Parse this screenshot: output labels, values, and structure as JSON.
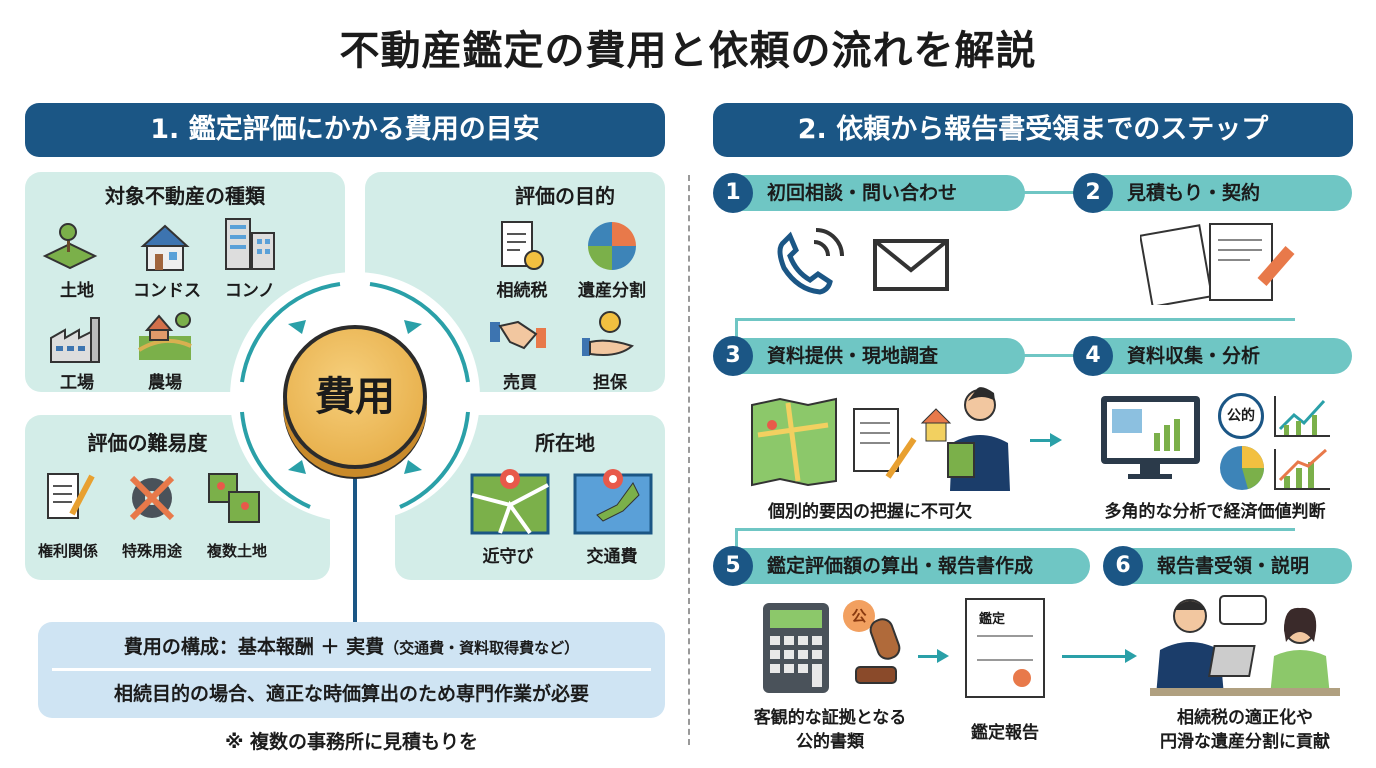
{
  "title": "不動産鑑定の費用と依頼の流れを解説",
  "left": {
    "header": "1. 鑑定評価にかかる費用の目安",
    "center_coin": "費用",
    "property_types": {
      "title": "対象不動産の種類",
      "items": [
        "土地",
        "コンドス",
        "コンノ",
        "工場",
        "農場"
      ]
    },
    "purpose": {
      "title": "評価の目的",
      "items": [
        "相続税",
        "遺産分割",
        "売買",
        "担保"
      ]
    },
    "difficulty": {
      "title": "評価の難易度",
      "items": [
        "権利関係",
        "特殊用途",
        "複数土地"
      ]
    },
    "location": {
      "title": "所在地",
      "items": [
        "近守び",
        "交通費"
      ]
    },
    "cost_structure": "費用の構成：基本報酬 ＋ 実費",
    "cost_structure_note": "（交通費・資料取得費など）",
    "inheritance_note": "相続目的の場合、適正な時価算出のため専門作業が必要",
    "footnote": "※ 複数の事務所に見積もりを"
  },
  "right": {
    "header": "2. 依頼から報告書受領までのステップ",
    "steps": [
      {
        "num": "1",
        "label": "初回相談・問い合わせ"
      },
      {
        "num": "2",
        "label": "見積もり・契約"
      },
      {
        "num": "3",
        "label": "資料提供・現地調査"
      },
      {
        "num": "4",
        "label": "資料収集・分析"
      },
      {
        "num": "5",
        "label": "鑑定評価額の算出・報告書作成"
      },
      {
        "num": "6",
        "label": "報告書受領・説明"
      }
    ],
    "captions": {
      "step3": "個別的要因の把握に不可欠",
      "step4": "多角的な分析で経済価値判断",
      "step4_badge": "公的",
      "step5a": "客観的な証拠となる\n公的書類",
      "step5_badge": "公",
      "step5b": "鑑定報告",
      "step5_doc": "鑑定",
      "step6": "相続税の適正化や\n円滑な遺産分割に貢献"
    }
  },
  "colors": {
    "navy": "#1b5685",
    "teal": "#6fc6c4",
    "mint": "#d3ede8",
    "coin": "#e9b04f"
  }
}
